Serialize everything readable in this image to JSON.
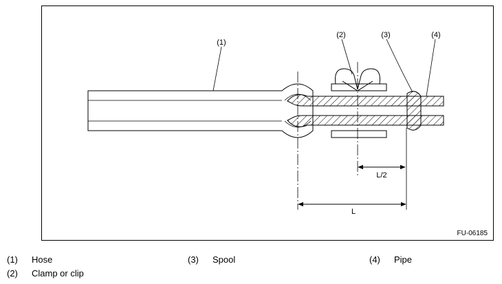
{
  "callouts": {
    "c1": "(1)",
    "c2": "(2)",
    "c3": "(3)",
    "c4": "(4)"
  },
  "dimensions": {
    "half": "L/2",
    "full": "L"
  },
  "figure_code": "FU-06185",
  "legend": [
    {
      "num": "(1)",
      "label": "Hose"
    },
    {
      "num": "(2)",
      "label": "Clamp or clip"
    },
    {
      "num": "(3)",
      "label": "Spool"
    },
    {
      "num": "(4)",
      "label": "Pipe"
    }
  ]
}
